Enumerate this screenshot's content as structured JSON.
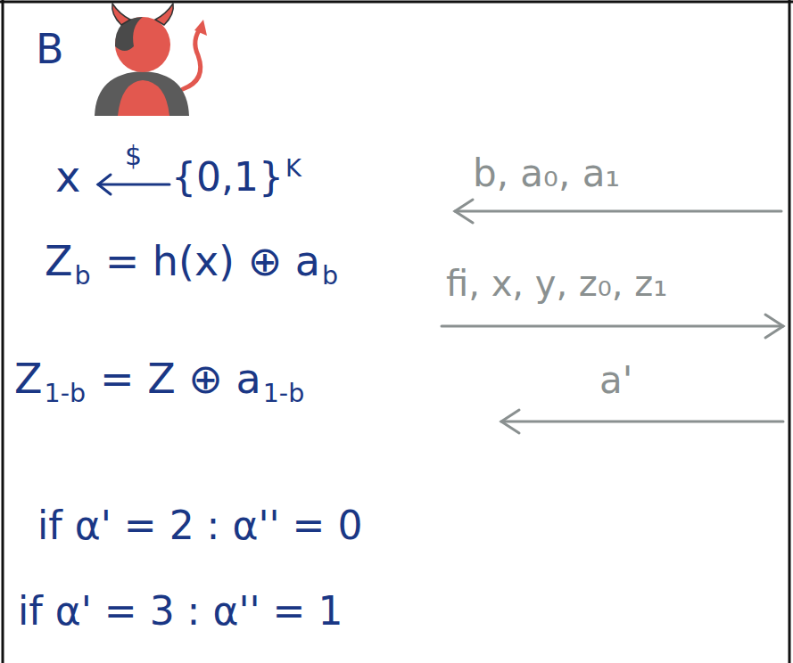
{
  "diagram": {
    "labels": [
      "B",
      "x",
      "$",
      "{0,1}",
      "K",
      "b, a₀, a₁",
      "Z",
      "b",
      "= h(x) ⊕ a",
      "b",
      "fi, x, y, z₀, z₁",
      "Z",
      "1-b",
      "= Z ⊕ a",
      "1-b",
      "a'",
      "if α' = 2 : α'' = 0",
      "if α' = 3 : α'' = 1"
    ]
  }
}
